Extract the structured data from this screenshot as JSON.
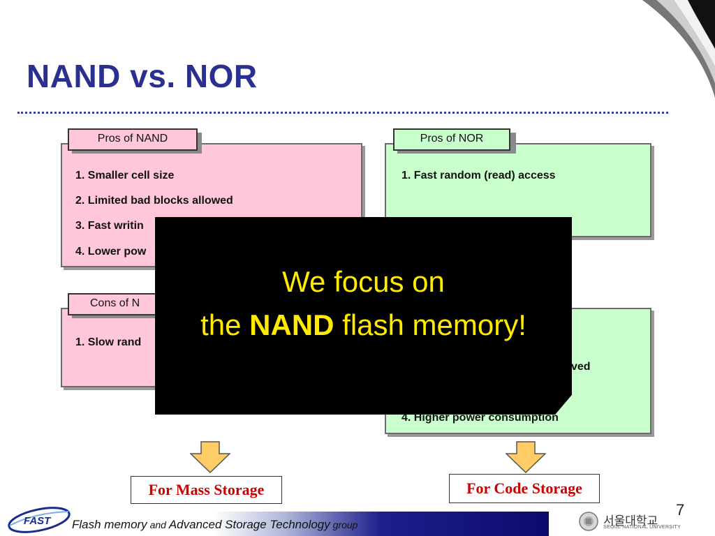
{
  "title": "NAND vs. NOR",
  "pros_nand": {
    "label": "Pros of NAND",
    "items": [
      "1. Smaller cell size",
      "2. Limited bad blocks allowed",
      "3. Fast writin",
      "4. Lower pow"
    ]
  },
  "cons_nand": {
    "label": "Cons of N",
    "items": [
      "1. Slow rand"
    ]
  },
  "pros_nor": {
    "label": "Pros of NOR",
    "items": [
      "1. Fast random (read) access"
    ]
  },
  "cons_nor": {
    "items": [
      "ved",
      "4. Higher power consumption"
    ]
  },
  "overlay": {
    "line1": "We focus on",
    "line2_pre": "the ",
    "line2_bold": "NAND",
    "line2_post": " flash memory!"
  },
  "mass_storage": "For Mass Storage",
  "code_storage": "For Code Storage",
  "footer": {
    "logo": "FAST",
    "text_part1": "Flash memory",
    "text_part2": " and ",
    "text_part3": "Advanced Storage Technology",
    "text_part4": " group",
    "university": "서울대학교",
    "university_sub": "SEOUL NATIONAL UNIVERSITY",
    "page_number": "7"
  },
  "colors": {
    "title": "#2b2f8f",
    "pink": "#ffc7d8",
    "green": "#c9ffcc",
    "overlay_text": "#ffea00",
    "storage_text": "#cc0000"
  }
}
